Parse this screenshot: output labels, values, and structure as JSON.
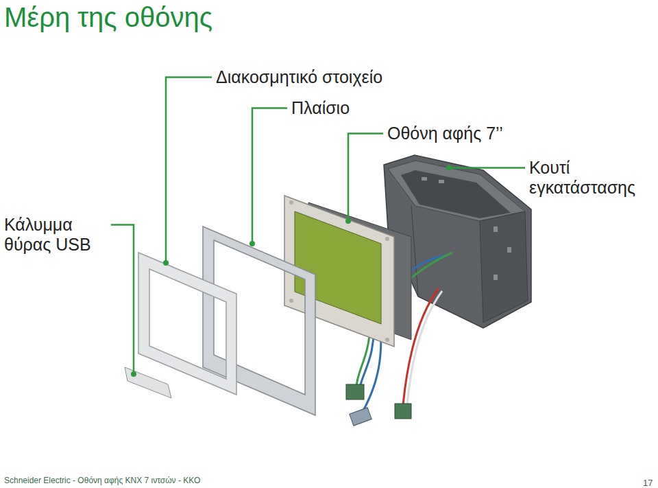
{
  "diagram": {
    "title": "Μέρη της οθόνης",
    "labels": [
      "Διακοσμητικό στοιχείο",
      "Πλαίσιο",
      "Οθόνη αφής 7’’",
      "Κουτί εγκατάστασης",
      "Κάλυμμα θύρας USB",
      "Schneider Electric - Οθόνη αφής KNX 7 ιντσών - ΚΚΟ",
      "17"
    ]
  }
}
